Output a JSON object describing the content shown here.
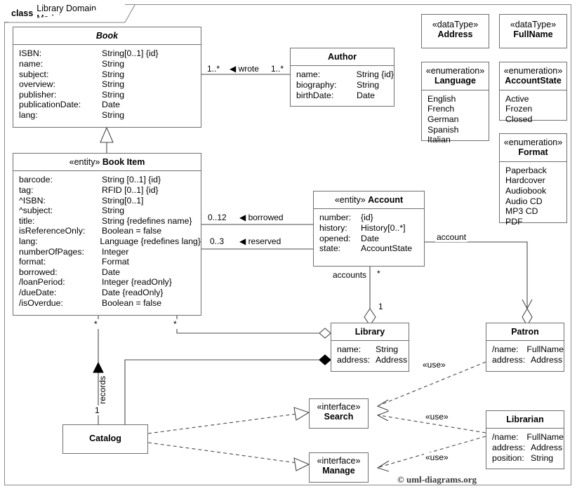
{
  "diagram": {
    "frame_keyword": "class",
    "frame_title": "Library Domain Model",
    "copyright": "© uml-diagrams.org"
  },
  "classes": {
    "book": {
      "name": "Book",
      "stereotype": "",
      "attributes": [
        {
          "key": "ISBN:",
          "value": "String[0..1] {id}"
        },
        {
          "key": "name:",
          "value": "String"
        },
        {
          "key": "subject:",
          "value": "String"
        },
        {
          "key": "overview:",
          "value": "String"
        },
        {
          "key": "publisher:",
          "value": "String"
        },
        {
          "key": "publicationDate:",
          "value": "Date"
        },
        {
          "key": "lang:",
          "value": "String"
        }
      ]
    },
    "author": {
      "name": "Author",
      "stereotype": "",
      "attributes": [
        {
          "key": "name:",
          "value": "String {id}"
        },
        {
          "key": "biography:",
          "value": "String"
        },
        {
          "key": "birthDate:",
          "value": "Date"
        }
      ]
    },
    "book_item": {
      "name": "Book Item",
      "stereotype": "«entity»",
      "attributes": [
        {
          "key": "barcode:",
          "value": "String [0..1] {id}"
        },
        {
          "key": "tag:",
          "value": "RFID [0..1] {id}"
        },
        {
          "key": "^ISBN:",
          "value": "String[0..1]"
        },
        {
          "key": "^subject:",
          "value": "String"
        },
        {
          "key": "title:",
          "value": "String {redefines name}"
        },
        {
          "key": "isReferenceOnly:",
          "value": "Boolean = false"
        },
        {
          "key": "lang:",
          "value": "Language {redefines lang}"
        },
        {
          "key": "numberOfPages:",
          "value": "Integer"
        },
        {
          "key": "format:",
          "value": "Format"
        },
        {
          "key": "borrowed:",
          "value": "Date"
        },
        {
          "key": "/loanPeriod:",
          "value": "Integer {readOnly}"
        },
        {
          "key": "/dueDate:",
          "value": "Date {readOnly}"
        },
        {
          "key": "/isOverdue:",
          "value": "Boolean = false"
        }
      ]
    },
    "account": {
      "name": "Account",
      "stereotype": "«entity»",
      "attributes": [
        {
          "key": "number:",
          "value": "{id}"
        },
        {
          "key": "history:",
          "value": "History[0..*]"
        },
        {
          "key": "opened:",
          "value": "Date"
        },
        {
          "key": "state:",
          "value": "AccountState"
        }
      ]
    },
    "library": {
      "name": "Library",
      "stereotype": "",
      "attributes": [
        {
          "key": "name:",
          "value": "String"
        },
        {
          "key": "address:",
          "value": "Address"
        }
      ]
    },
    "patron": {
      "name": "Patron",
      "stereotype": "",
      "attributes": [
        {
          "key": "/name:",
          "value": "FullName"
        },
        {
          "key": "address:",
          "value": "Address"
        }
      ]
    },
    "librarian": {
      "name": "Librarian",
      "stereotype": "",
      "attributes": [
        {
          "key": "/name:",
          "value": "FullName"
        },
        {
          "key": "address:",
          "value": "Address"
        },
        {
          "key": "position:",
          "value": "String"
        }
      ]
    },
    "catalog": {
      "name": "Catalog",
      "stereotype": "",
      "attributes": []
    },
    "search": {
      "name": "Search",
      "stereotype": "«interface»"
    },
    "manage": {
      "name": "Manage",
      "stereotype": "«interface»"
    }
  },
  "datatypes": [
    {
      "stereotype": "«dataType»",
      "name": "Address"
    },
    {
      "stereotype": "«dataType»",
      "name": "FullName"
    }
  ],
  "enumerations": [
    {
      "stereotype": "«enumeration»",
      "name": "Language",
      "literals": [
        "English",
        "French",
        "German",
        "Spanish",
        "Italian"
      ]
    },
    {
      "stereotype": "«enumeration»",
      "name": "AccountState",
      "literals": [
        "Active",
        "Frozen",
        "Closed"
      ]
    },
    {
      "stereotype": "«enumeration»",
      "name": "Format",
      "literals": [
        "Paperback",
        "Hardcover",
        "Audiobook",
        "Audio CD",
        "MP3 CD",
        "PDF"
      ]
    }
  ],
  "connector_labels": {
    "wrote_left_mult": "1..*",
    "wrote_name": "◀ wrote",
    "wrote_right_mult": "1..*",
    "borrowed_mult": "0..12",
    "borrowed_name": "◀ borrowed",
    "reserved_mult": "0..3",
    "reserved_name": "◀ reserved",
    "account_role": "account",
    "accounts_role": "accounts",
    "accounts_mult_star": "*",
    "accounts_mult_one": "1",
    "records_role": "records",
    "records_mult_star": "*",
    "records_mult_one": "1",
    "library_items_mult": "*",
    "use_patron_search": "«use»",
    "use_librarian_search": "«use»",
    "use_librarian_manage": "«use»"
  }
}
